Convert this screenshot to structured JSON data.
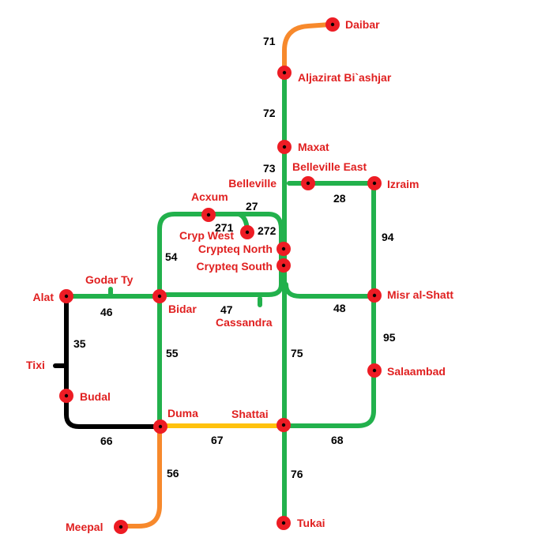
{
  "colors": {
    "green_line": "#22b14c",
    "orange_line": "#f7892c",
    "yellow_line": "#ffc20e",
    "black_line": "#000000",
    "station_fill": "#ed1c24",
    "station_dot": "#000000",
    "station_label": "#e02020",
    "route_label": "#000000"
  },
  "stations": {
    "daibar": "Daibar",
    "aljazirat": "Aljazirat Bi`ashjar",
    "maxat": "Maxat",
    "belleville": "Belleville",
    "belleville_east": "Belleville East",
    "izraim": "Izraim",
    "acxum": "Acxum",
    "cryp_west": "Cryp West",
    "crypteq_north": "Crypteq North",
    "crypteq_south": "Crypteq South",
    "godar_ty": "Godar Ty",
    "alat": "Alat",
    "bidar": "Bidar",
    "cassandra": "Cassandra",
    "misr": "Misr al-Shatt",
    "tixi": "Tixi",
    "budal": "Budal",
    "salaambad": "Salaambad",
    "duma": "Duma",
    "shattai": "Shattai",
    "meepal": "Meepal",
    "tukai": "Tukai"
  },
  "routes": {
    "r71": "71",
    "r72": "72",
    "r73": "73",
    "r28": "28",
    "r27": "27",
    "r271": "271",
    "r272": "272",
    "r54": "54",
    "r94": "94",
    "r46": "46",
    "r47": "47",
    "r48": "48",
    "r35": "35",
    "r95": "95",
    "r55": "55",
    "r75": "75",
    "r66": "66",
    "r67": "67",
    "r68": "68",
    "r56": "56",
    "r76": "76"
  }
}
